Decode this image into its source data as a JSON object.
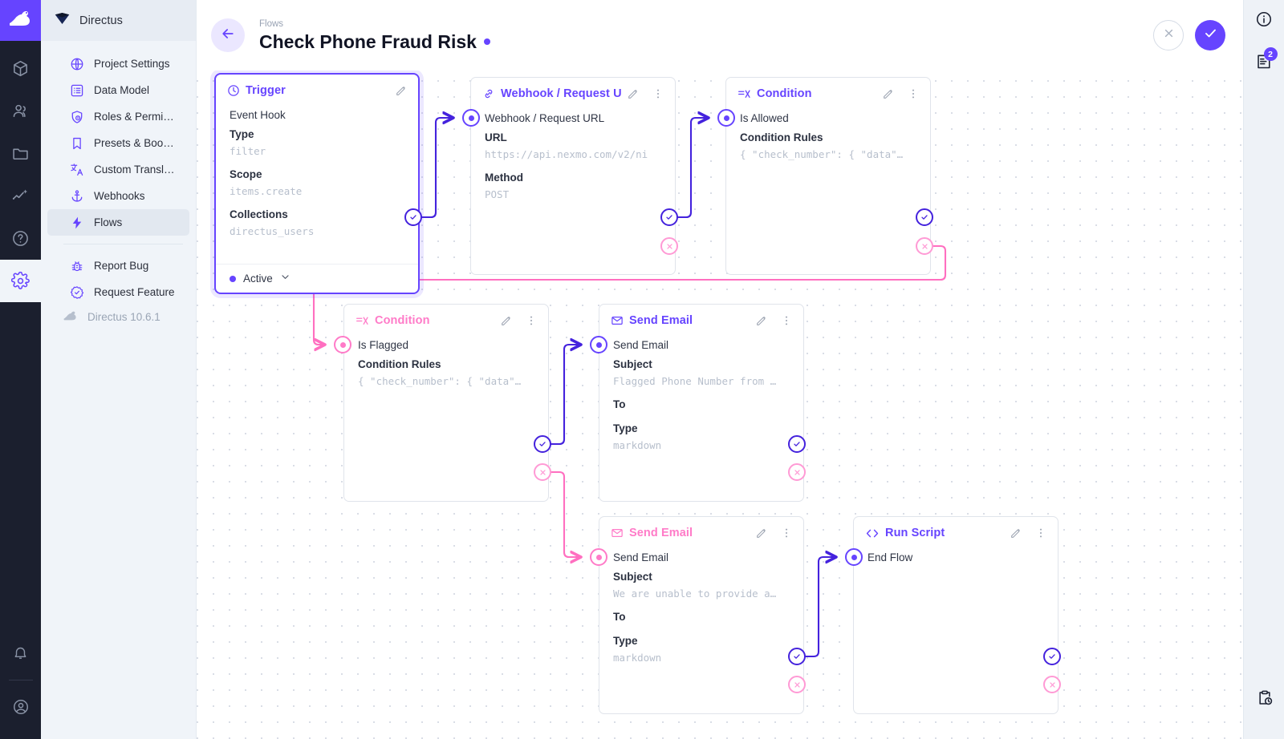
{
  "app": {
    "brand": "Directus",
    "version": "Directus 10.6.1"
  },
  "rail": {
    "logo_icon": "rabbit-logo-icon",
    "items": [
      {
        "icon": "cube-icon",
        "name": "content"
      },
      {
        "icon": "users-icon",
        "name": "user-directory"
      },
      {
        "icon": "folder-icon",
        "name": "file-library"
      },
      {
        "icon": "insights-icon",
        "name": "insights"
      },
      {
        "icon": "help-circle-icon",
        "name": "help"
      },
      {
        "icon": "gear-icon",
        "name": "settings"
      }
    ],
    "bottom": [
      {
        "icon": "bell-icon",
        "name": "notifications"
      },
      {
        "icon": "account-circle-icon",
        "name": "account"
      }
    ]
  },
  "sidebar": {
    "items": [
      {
        "label": "Project Settings",
        "icon": "globe-icon",
        "selected": false
      },
      {
        "label": "Data Model",
        "icon": "list-box-icon",
        "selected": false
      },
      {
        "label": "Roles & Permissions",
        "icon": "shield-account-icon",
        "selected": false
      },
      {
        "label": "Presets & Bookmar…",
        "icon": "bookmark-icon",
        "selected": false
      },
      {
        "label": "Custom Translations",
        "icon": "translate-icon",
        "selected": false
      },
      {
        "label": "Webhooks",
        "icon": "anchor-icon",
        "selected": false
      },
      {
        "label": "Flows",
        "icon": "bolt-icon",
        "selected": true
      }
    ],
    "footer_items": [
      {
        "label": "Report Bug",
        "icon": "bug-icon"
      },
      {
        "label": "Request Feature",
        "icon": "check-decagram-icon"
      }
    ]
  },
  "header": {
    "breadcrumb": "Flows",
    "title": "Check Phone Fraud Risk",
    "unsaved_indicator": true,
    "back_icon": "arrow-left-icon",
    "cancel_icon": "close-icon",
    "save_icon": "check-icon"
  },
  "right_rail": {
    "items": [
      {
        "icon": "info-circle-icon",
        "name": "flow-info",
        "badge": null
      },
      {
        "icon": "logs-icon",
        "name": "flow-logs",
        "badge": "2"
      }
    ],
    "bottom": {
      "icon": "clipboard-clock-icon",
      "name": "activity-log"
    }
  },
  "flow": {
    "nodes": [
      {
        "id": "trigger",
        "type_label": "Trigger",
        "type_icon": "trigger-bolt-circle-icon",
        "accent": "purple",
        "is_trigger": true,
        "name": "Event Hook",
        "fields": [
          {
            "label": "Type",
            "value": "filter"
          },
          {
            "label": "Scope",
            "value": "items.create"
          },
          {
            "label": "Collections",
            "value": "directus_users"
          }
        ],
        "status": "Active"
      },
      {
        "id": "webhook",
        "type_label": "Webhook / Request U",
        "type_icon": "link-icon",
        "accent": "purple",
        "name": "Webhook / Request URL",
        "fields": [
          {
            "label": "URL",
            "value": "https://api.nexmo.com/v2/ni"
          },
          {
            "label": "Method",
            "value": "POST"
          }
        ]
      },
      {
        "id": "cond-allowed",
        "type_label": "Condition",
        "type_icon": "condition-icon",
        "accent": "purple",
        "name": "Is Allowed",
        "fields": [
          {
            "label": "Condition Rules",
            "value": "{ \"check_number\": { \"data\"…"
          }
        ]
      },
      {
        "id": "cond-flagged",
        "type_label": "Condition",
        "type_icon": "condition-icon",
        "accent": "pink",
        "name": "Is Flagged",
        "fields": [
          {
            "label": "Condition Rules",
            "value": "{ \"check_number\": { \"data\"…"
          }
        ]
      },
      {
        "id": "email-flagged",
        "type_label": "Send Email",
        "type_icon": "mail-icon",
        "accent": "purple",
        "name": "Send Email",
        "fields": [
          {
            "label": "Subject",
            "value": "Flagged Phone Number from …"
          },
          {
            "label": "To",
            "value": ""
          },
          {
            "label": "Type",
            "value": "markdown"
          }
        ]
      },
      {
        "id": "email-unable",
        "type_label": "Send Email",
        "type_icon": "mail-icon",
        "accent": "pink",
        "name": "Send Email",
        "fields": [
          {
            "label": "Subject",
            "value": "We are unable to provide a…"
          },
          {
            "label": "To",
            "value": ""
          },
          {
            "label": "Type",
            "value": "markdown"
          }
        ]
      },
      {
        "id": "run-script",
        "type_label": "Run Script",
        "type_icon": "code-brackets-icon",
        "accent": "purple",
        "name": "End Flow",
        "fields": []
      }
    ],
    "colors": {
      "accent_purple": "#6644ff",
      "edge_purple": "#4422dd",
      "accent_pink": "#ff7bc8",
      "edge_pink": "#ff6fc0",
      "node_border": "#e0e4eb",
      "value_text": "#b7bfcc"
    }
  }
}
